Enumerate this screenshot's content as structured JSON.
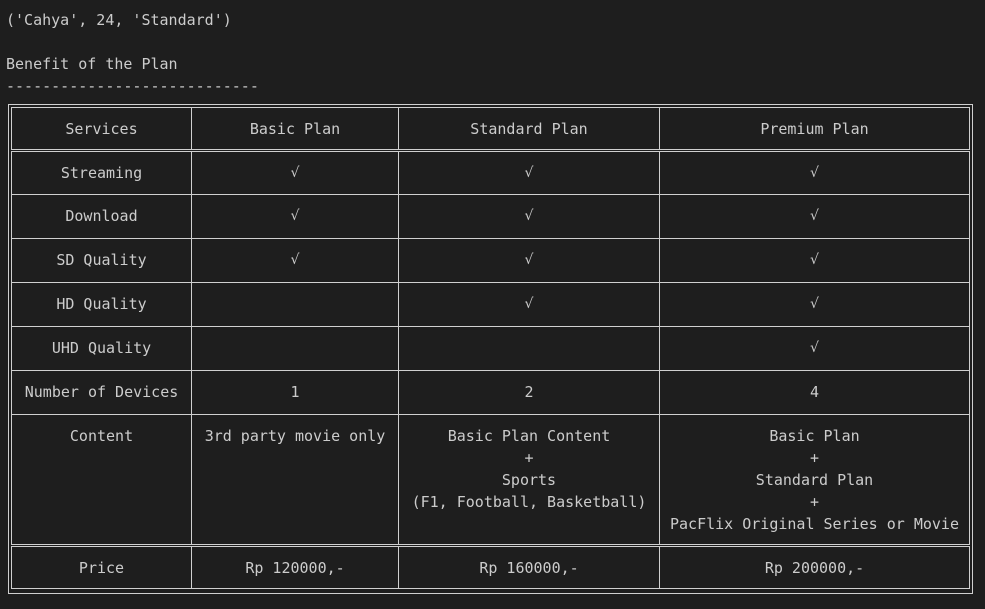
{
  "output": {
    "tuple_line": "('Cahya', 24, 'Standard')",
    "heading": "Benefit of the Plan",
    "underline": "----------------------------"
  },
  "table": {
    "headers": [
      "Services",
      "Basic Plan",
      "Standard Plan",
      "Premium Plan"
    ],
    "rows": [
      {
        "service": "Streaming",
        "basic": "√",
        "standard": "√",
        "premium": "√"
      },
      {
        "service": "Download",
        "basic": "√",
        "standard": "√",
        "premium": "√"
      },
      {
        "service": "SD Quality",
        "basic": "√",
        "standard": "√",
        "premium": "√"
      },
      {
        "service": "HD Quality",
        "basic": "",
        "standard": "√",
        "premium": "√"
      },
      {
        "service": "UHD Quality",
        "basic": "",
        "standard": "",
        "premium": "√"
      },
      {
        "service": "Number of Devices",
        "basic": "1",
        "standard": "2",
        "premium": "4"
      },
      {
        "service": "Content",
        "basic": "3rd party movie only",
        "standard": "Basic Plan Content\n+\nSports\n(F1, Football, Basketball)",
        "premium": "Basic Plan\n+\nStandard Plan\n+\nPacFlix Original Series or Movie"
      },
      {
        "service": "Price",
        "basic": "Rp 120000,-",
        "standard": "Rp 160000,-",
        "premium": "Rp 200000,-"
      }
    ]
  }
}
